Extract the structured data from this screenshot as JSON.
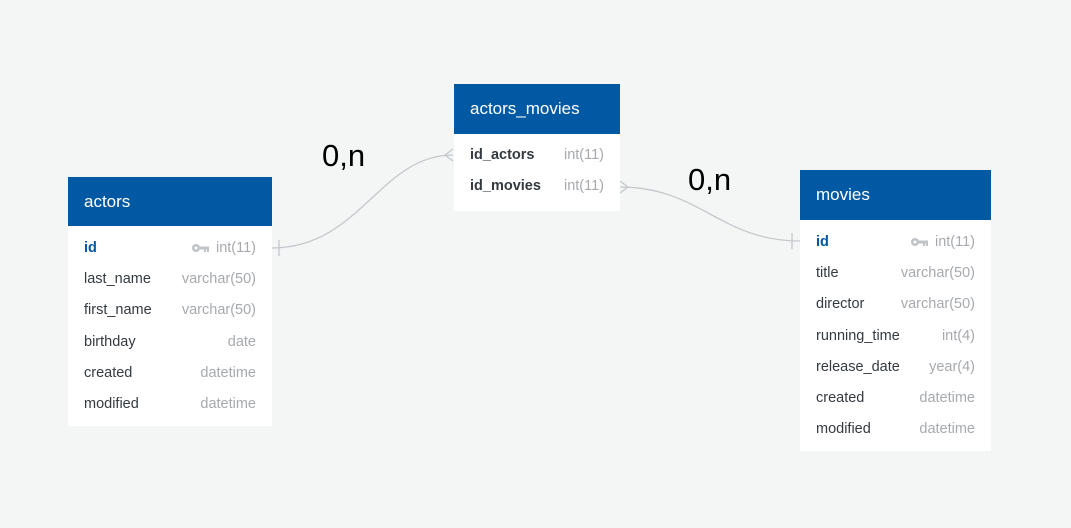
{
  "colors": {
    "header": "#0159a4",
    "pk": "#0159a4",
    "type": "#a6aaae",
    "line": "#c4c8cc"
  },
  "tables": {
    "actors": {
      "name": "actors",
      "fields": [
        {
          "name": "id",
          "type": "int(11)",
          "pk": true
        },
        {
          "name": "last_name",
          "type": "varchar(50)"
        },
        {
          "name": "first_name",
          "type": "varchar(50)"
        },
        {
          "name": "birthday",
          "type": "date"
        },
        {
          "name": "created",
          "type": "datetime"
        },
        {
          "name": "modified",
          "type": "datetime"
        }
      ]
    },
    "actors_movies": {
      "name": "actors_movies",
      "fields": [
        {
          "name": "id_actors",
          "type": "int(11)"
        },
        {
          "name": "id_movies",
          "type": "int(11)"
        }
      ]
    },
    "movies": {
      "name": "movies",
      "fields": [
        {
          "name": "id",
          "type": "int(11)",
          "pk": true
        },
        {
          "name": "title",
          "type": "varchar(50)"
        },
        {
          "name": "director",
          "type": "varchar(50)"
        },
        {
          "name": "running_time",
          "type": "int(4)"
        },
        {
          "name": "release_date",
          "type": "year(4)"
        },
        {
          "name": "created",
          "type": "datetime"
        },
        {
          "name": "modified",
          "type": "datetime"
        }
      ]
    }
  },
  "relations": [
    {
      "from": "actors.id",
      "to": "actors_movies.id_actors",
      "cardinality": "0,n"
    },
    {
      "from": "movies.id",
      "to": "actors_movies.id_movies",
      "cardinality": "0,n"
    }
  ]
}
